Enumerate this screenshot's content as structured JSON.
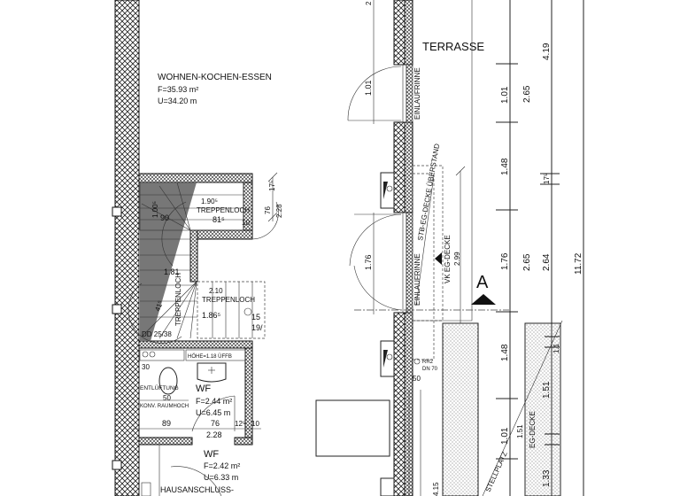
{
  "rooms": {
    "living": {
      "name": "WOHNEN-KOCHEN-ESSEN",
      "area": "F=35.93 m²",
      "perimeter": "U=34.20 m"
    },
    "wc1": {
      "name": "WF",
      "area": "F=2.44 m²",
      "perimeter": "U=6.45 m"
    },
    "wc2": {
      "name": "WF",
      "area": "F=2.42 m²",
      "perimeter": "U=6.33 m"
    },
    "terrace": {
      "name": "TERRASSE"
    },
    "house_connection": {
      "name": "HAUSANSCHLUSS-"
    }
  },
  "stair_labels": {
    "opening_top": "TREPPENLOCH",
    "opening_mid": "TREPPENLOCH",
    "opening_side": "TREPPENLOCH",
    "dim_190": "1.90⁵",
    "dim_81": "81⁵",
    "dim_90": "90",
    "dim_100": "1.00⁵",
    "dim_181": "1.81",
    "dim_210": "2.10",
    "dim_186": "1.86⁵",
    "dim_76": "76",
    "dim_228": "2.28",
    "dim_10": "10",
    "dim_17": "17⁵",
    "steps": "15",
    "rise": "19/",
    "stair_spec": "DD 25/38",
    "dim_41": "41⁵"
  },
  "wc_labels": {
    "vent": "ENTLÜFTUNG",
    "shaft": "KONV. RAUMHOCH",
    "sill": "HÖHE=1.18 ÜFFB",
    "dim_30": "30",
    "dim_50": "50",
    "dim_89": "89",
    "dim_76": "76",
    "dim_125": "12⁵",
    "dim_10": "10",
    "dim_228": "2.28"
  },
  "facade_labels": {
    "gutter_top": "EINLAUFRINNE",
    "gutter_mid": "EINLAUFRINNE",
    "ceiling_overhang": "STB-EG-DECKE ÜBERSTAND",
    "ceiling_edge": "VK EG-DECKE",
    "ceiling_height": "2.99",
    "door_top_width": "1.01",
    "door_mid_width": "1.76",
    "pipe": "RR2",
    "pipe_dn": "DN 70",
    "pipe_dim": "50",
    "parking": "STELLPLATZ",
    "eg_ceiling": "EG-DECKE",
    "dim_415": "4.15",
    "dim_2top": "2"
  },
  "section_marker": "A",
  "dimensions": {
    "chain1": [
      "1.01",
      "1.48",
      "1.76",
      "1.48",
      "1.01"
    ],
    "chain2": [
      "2.65",
      "2.65"
    ],
    "chain3": [
      "4.19",
      "17⁵",
      "2.64",
      "1.51",
      "1.33",
      "1.51",
      "1.1"
    ],
    "total": "11.72"
  }
}
